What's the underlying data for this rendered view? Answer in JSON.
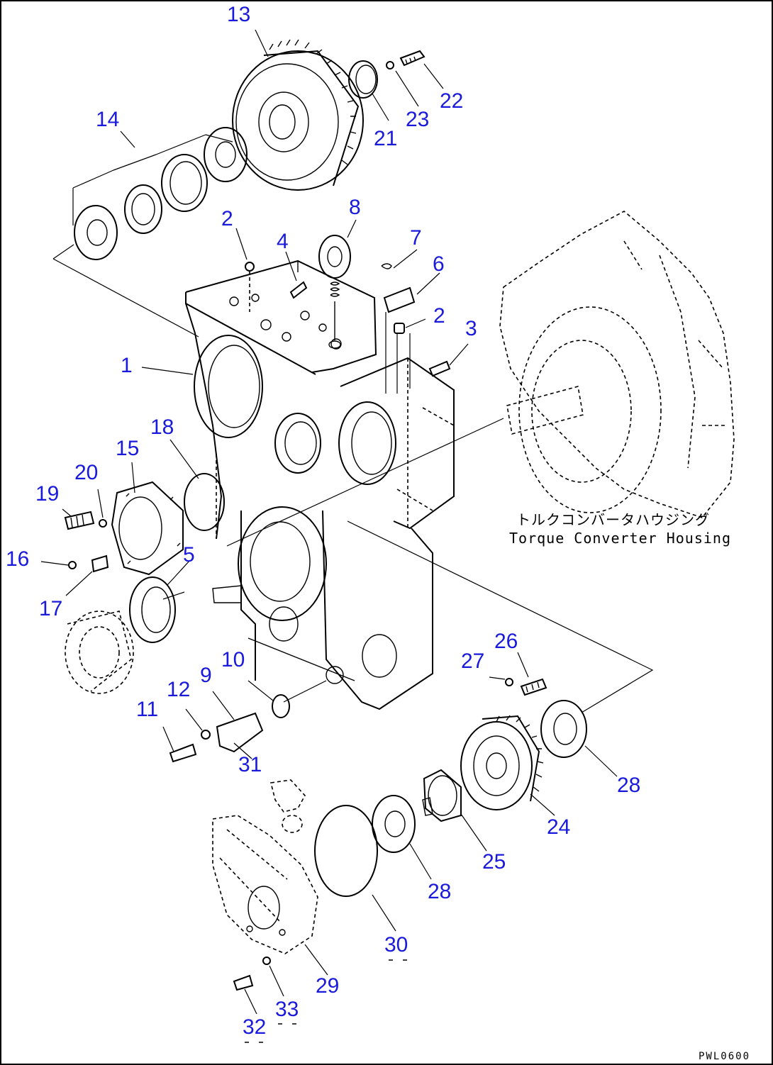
{
  "callouts": [
    "13",
    "14",
    "22",
    "23",
    "21",
    "2",
    "4",
    "8",
    "7",
    "6",
    "2",
    "3",
    "1",
    "18",
    "15",
    "20",
    "19",
    "16",
    "5",
    "17",
    "10",
    "9",
    "12",
    "11",
    "26",
    "27",
    "31",
    "28",
    "24",
    "25",
    "28",
    "30",
    "29",
    "33",
    "32"
  ],
  "housing_label_jp": "トルクコンバータハウジング",
  "housing_label_en": "Torque Converter Housing",
  "drawing_code": "PWL0600",
  "colors": {
    "callout": "#1a1adc",
    "line": "#000000",
    "background": "#ffffff"
  }
}
